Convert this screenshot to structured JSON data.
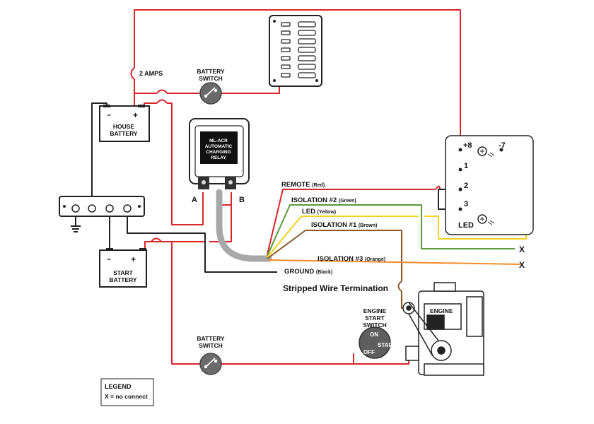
{
  "fuse_top_label": "2 AMPS",
  "battery_switch_top": [
    "BATTERY",
    "SWITCH"
  ],
  "house_battery": [
    "HOUSE",
    "BATTERY"
  ],
  "start_battery": [
    "START",
    "BATTERY"
  ],
  "relay_label": [
    "ML-ACR",
    "AUTOMATIC",
    "CHARGING",
    "RELAY"
  ],
  "relay_terminal_a": "A",
  "relay_terminal_b": "B",
  "battery_switch_bottom": [
    "BATTERY",
    "SWITCH"
  ],
  "wires": {
    "remote": "REMOTE",
    "remote_color": "(Red)",
    "isolation2": "ISOLATION #2",
    "isolation2_color": "(Green)",
    "led": "LED",
    "led_color": "(Yellow)",
    "isolation1": "ISOLATION #1",
    "isolation1_color": "(Brown)",
    "isolation3": "ISOLATION #3",
    "isolation3_color": "(Orange)",
    "ground": "GROUND",
    "ground_color": "(Black)"
  },
  "stripped_termination": "Stripped Wire Termination",
  "switch_panel": {
    "pin_plus8": "+8",
    "pin_minus7": "-7",
    "pin_1": "1",
    "pin_2": "2",
    "pin_3": "3",
    "led_label": "LED",
    "no_connect_1": "X",
    "no_connect_2": "X"
  },
  "engine_start_switch": [
    "ENGINE",
    "START",
    "SWITCH"
  ],
  "start_switch_on": "ON",
  "start_switch_start": "START",
  "start_switch_off": "OFF",
  "engine_label": "ENGINE",
  "legend": {
    "title": "LEGEND",
    "text": "X = no connect"
  },
  "colors": {
    "red": "#d8262b",
    "black": "#222222",
    "green": "#5a9a3a",
    "yellow": "#f2d21a",
    "brown": "#8b5a2b",
    "orange": "#f28c28"
  }
}
